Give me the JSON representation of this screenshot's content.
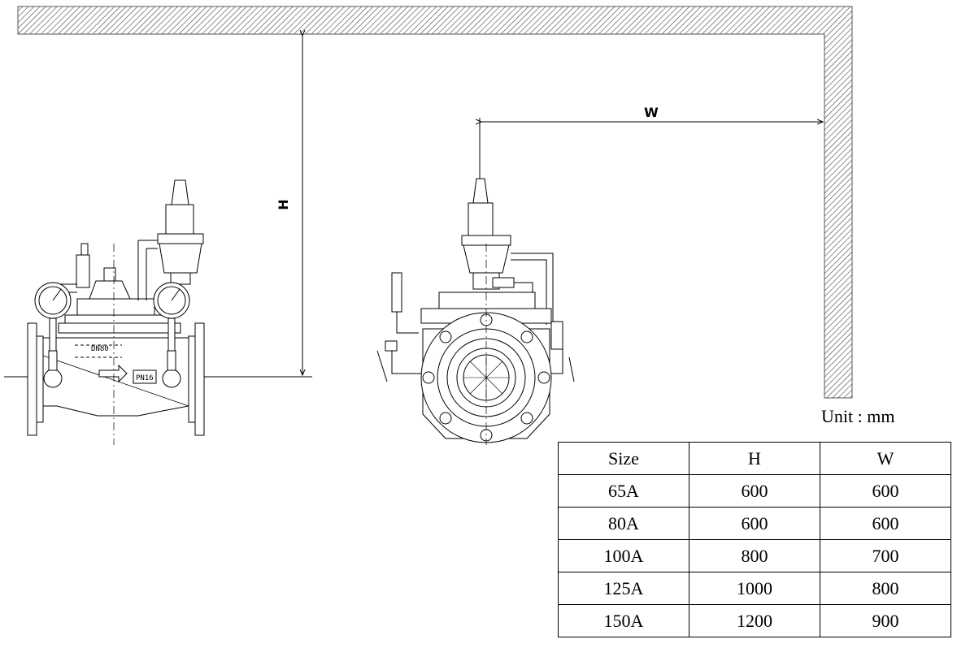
{
  "dimensions": {
    "height_label": "H",
    "width_label": "W"
  },
  "front_view": {
    "body_marking": "DN80",
    "pressure_marking": "PN16"
  },
  "table": {
    "unit": "Unit : mm",
    "headers": [
      "Size",
      "H",
      "W"
    ],
    "rows": [
      [
        "65A",
        "600",
        "600"
      ],
      [
        "80A",
        "600",
        "600"
      ],
      [
        "100A",
        "800",
        "700"
      ],
      [
        "125A",
        "1000",
        "800"
      ],
      [
        "150A",
        "1200",
        "900"
      ]
    ]
  }
}
